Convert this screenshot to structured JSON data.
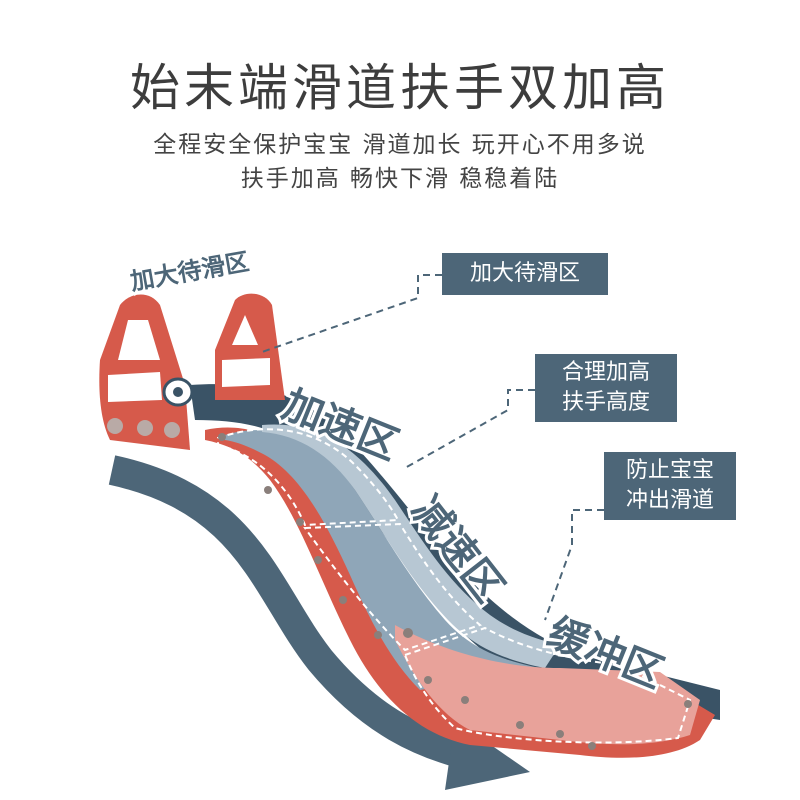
{
  "header": {
    "title": "始末端滑道扶手双加高",
    "line1": "全程安全保护宝宝 滑道加长 玩开心不用多说",
    "line2": "扶手加高 畅快下滑 稳稳着陆"
  },
  "badge": {
    "text": "加大待滑区"
  },
  "callouts": {
    "waiting": "加大待滑区",
    "handrail_l1": "合理加高",
    "handrail_l2": "扶手高度",
    "guard_l1": "防止宝宝",
    "guard_l2": "冲出滑道"
  },
  "zones": {
    "accelerate": "加速区",
    "decelerate": "减速区",
    "buffer": "缓冲区"
  },
  "colors": {
    "slide_red": "#d65a4b",
    "slide_pink": "#e8a29a",
    "slide_blue_gray": "#8fa6b8",
    "rail_navy": "#3a5366",
    "arrow": "#4d6678",
    "callout_bg": "#4d6678"
  }
}
